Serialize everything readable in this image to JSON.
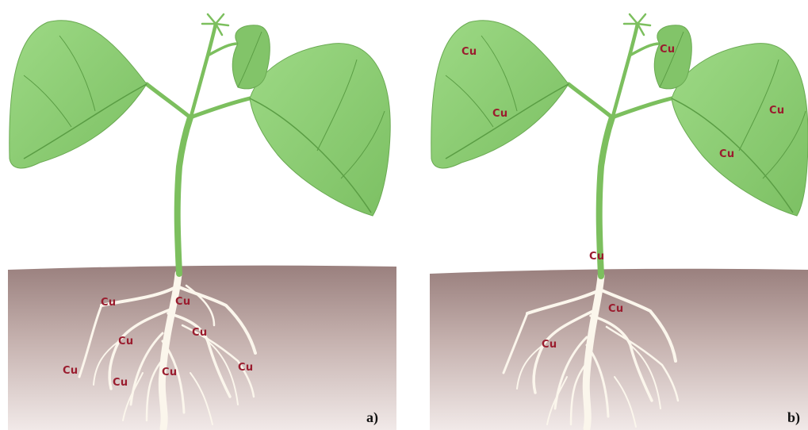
{
  "element_label": "Cu",
  "panels": [
    {
      "label": "a)"
    },
    {
      "label": "b)"
    }
  ],
  "colors": {
    "leaf_fill": "#8fcf74",
    "leaf_vein": "#5a9d44",
    "stem": "#7cbf5e",
    "soil_top": "#9c8380",
    "soil_bottom": "#ece3e2",
    "root": "#fbf6ec",
    "label_color": "#9a1c2e"
  }
}
